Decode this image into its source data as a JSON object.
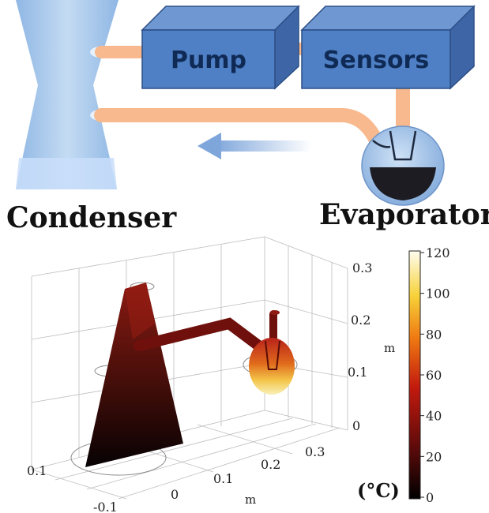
{
  "schematic": {
    "pump_label": "Pump",
    "sensors_label": "Sensors",
    "condenser_label": "Condenser",
    "evaporator_label": "Evaporator"
  },
  "plot3d": {
    "vertical_ticks": [
      "0.3",
      "0.2",
      "0.1",
      "0"
    ],
    "vertical_axis_label": "m",
    "x_ticks": [
      "0.1",
      "0.2",
      "0.3"
    ],
    "x_axis_label": "m",
    "y_ticks": [
      "0.1",
      "0",
      "-0.1"
    ]
  },
  "colorbar": {
    "ticks": [
      "120",
      "100",
      "80",
      "60",
      "40",
      "20",
      "0"
    ],
    "unit_label": "(°C)",
    "range": [
      0,
      120
    ]
  },
  "colors": {
    "pipe": "#f7b98d",
    "box_blue": "#4f7fc4",
    "condenser_blue": "#a9c9ec",
    "evaporator_blue": "#a8c8ea"
  }
}
